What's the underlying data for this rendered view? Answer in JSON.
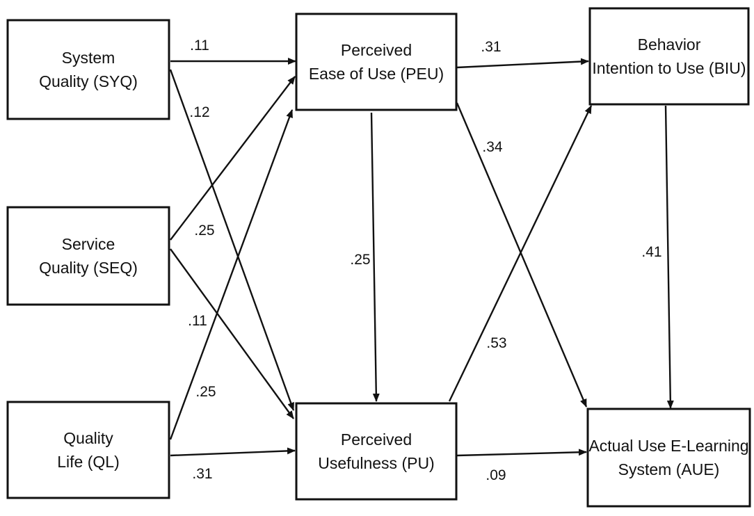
{
  "nodes": [
    {
      "id": "SYQ",
      "lines": [
        "System",
        "Quality (SYQ)"
      ]
    },
    {
      "id": "SEQ",
      "lines": [
        "Service",
        "Quality (SEQ)"
      ]
    },
    {
      "id": "QL",
      "lines": [
        "Quality",
        "Life (QL)"
      ]
    },
    {
      "id": "PEU",
      "lines": [
        "Perceived",
        "Ease of Use (PEU)"
      ]
    },
    {
      "id": "PU",
      "lines": [
        "Perceived",
        "Usefulness (PU)"
      ]
    },
    {
      "id": "BIU",
      "lines": [
        "Behavior",
        "Intention to Use (BIU)"
      ]
    },
    {
      "id": "AUE",
      "lines": [
        "Actual Use E-Learning",
        "System (AUE)"
      ]
    }
  ],
  "edges": [
    {
      "from": "SYQ",
      "to": "PEU",
      "label": ".11"
    },
    {
      "from": "SYQ",
      "to": "PU",
      "label": ".12"
    },
    {
      "from": "SEQ",
      "to": "PEU",
      "label": ".25"
    },
    {
      "from": "SEQ",
      "to": "PU",
      "label": ".11"
    },
    {
      "from": "QL",
      "to": "PEU",
      "label": ".25"
    },
    {
      "from": "QL",
      "to": "PU",
      "label": ".31"
    },
    {
      "from": "PEU",
      "to": "BIU",
      "label": ".31"
    },
    {
      "from": "PEU",
      "to": "PU",
      "label": ".25"
    },
    {
      "from": "PEU",
      "to": "AUE",
      "label": ".34"
    },
    {
      "from": "PU",
      "to": "BIU",
      "label": ".53"
    },
    {
      "from": "PU",
      "to": "AUE",
      "label": ".09"
    },
    {
      "from": "BIU",
      "to": "AUE",
      "label": ".41"
    }
  ]
}
